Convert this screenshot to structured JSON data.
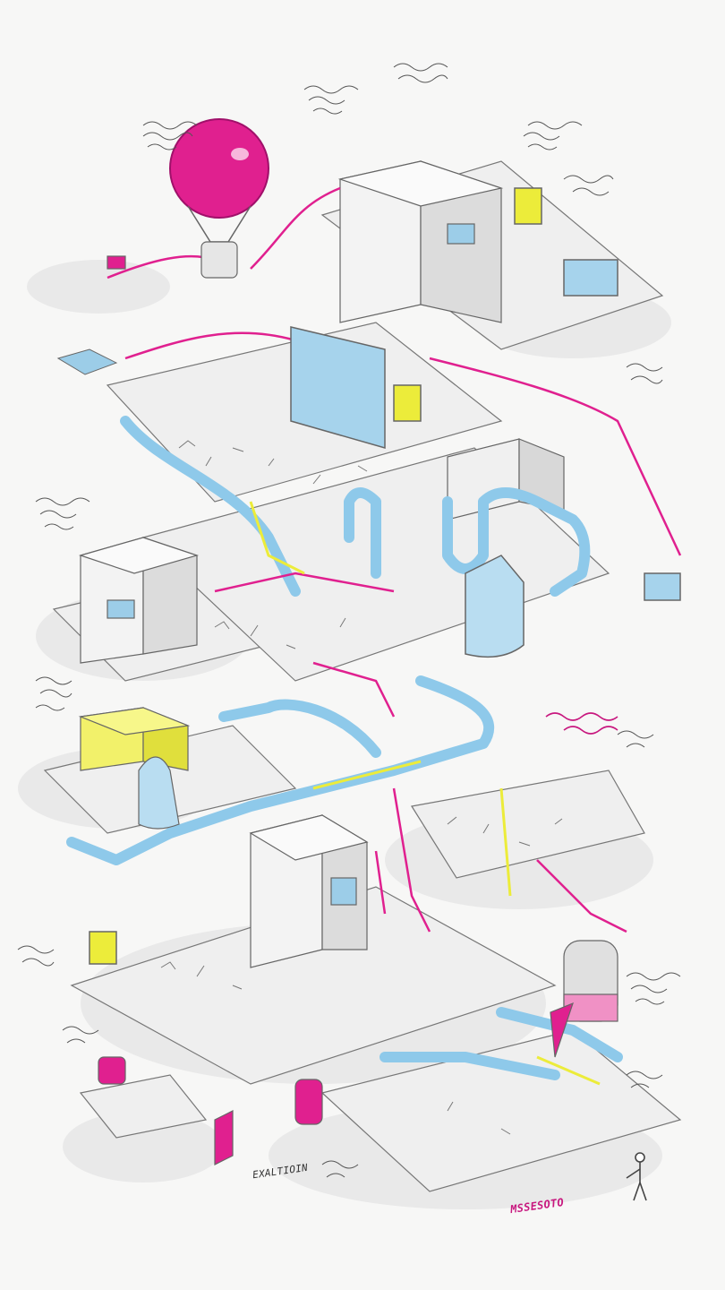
{
  "colors": {
    "background": "#f7f7f6",
    "ink": "#555555",
    "pipe_blue": "#8ec9ea",
    "accent_magenta": "#e0208f",
    "accent_yellow": "#ecec3a",
    "structure_gray": "#e6e6e6"
  },
  "labels": {
    "bottom_center": "EXALTIOIN",
    "bottom_right_magenta": "MSSESOTO"
  },
  "scene": {
    "icons": [
      "balloon-icon",
      "pipe-network",
      "isometric-buildings",
      "monitor-screens",
      "storage-tanks",
      "person-figure"
    ]
  }
}
